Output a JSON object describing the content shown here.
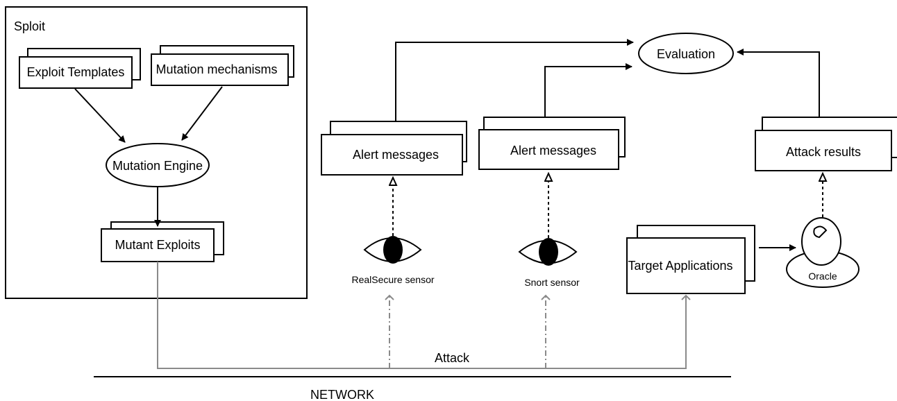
{
  "sploit_panel": {
    "title": "Sploit"
  },
  "nodes": {
    "exploit_templates": "Exploit Templates",
    "mutation_mechanisms": "Mutation mechanisms",
    "mutation_engine": "Mutation Engine",
    "mutant_exploits": "Mutant Exploits",
    "alert_messages_1": "Alert messages",
    "alert_messages_2": "Alert messages",
    "attack_results": "Attack results",
    "evaluation": "Evaluation",
    "realsecure_sensor": "RealSecure sensor",
    "snort_sensor": "Snort sensor",
    "target_applications": "Target Applications",
    "oracle": "Oracle"
  },
  "edges": {
    "attack": "Attack",
    "network": "NETWORK"
  },
  "icons": [
    "eye-icon",
    "oracle-icon"
  ]
}
